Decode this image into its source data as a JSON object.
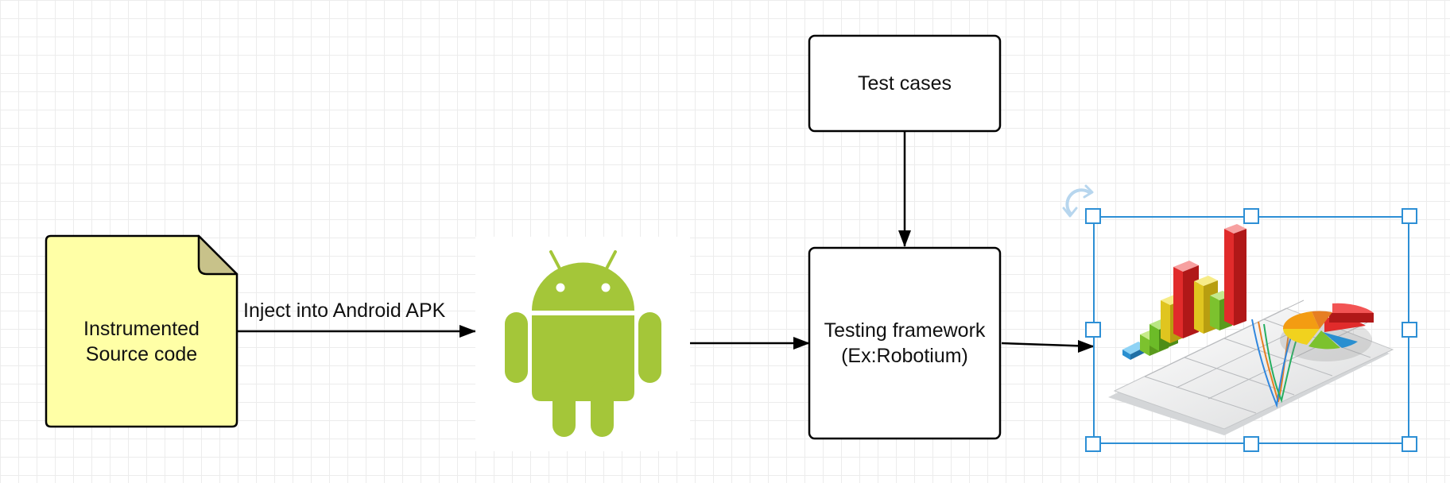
{
  "diagram": {
    "colors": {
      "grid": "#ececec",
      "stroke": "#000000",
      "note_fill": "#ffffa6",
      "note_fold": "#c8c28a",
      "android_green": "#a4c639",
      "selection": "#2d8fd5"
    },
    "nodes": {
      "source_code": {
        "label": "Instrumented\nSource code",
        "shape": "note"
      },
      "android": {
        "icon": "android-robot-icon"
      },
      "test_cases": {
        "label": "Test cases",
        "shape": "rectangle"
      },
      "testing_framework": {
        "label": "Testing framework\n(Ex:Robotium)",
        "shape": "rectangle"
      },
      "report": {
        "icon": "charts-report-icon",
        "selected": true
      }
    },
    "edges": [
      {
        "from": "source_code",
        "to": "android",
        "label": "Inject into Android APK"
      },
      {
        "from": "android",
        "to": "testing_framework",
        "label": ""
      },
      {
        "from": "test_cases",
        "to": "testing_framework",
        "label": ""
      },
      {
        "from": "testing_framework",
        "to": "report",
        "label": ""
      }
    ]
  }
}
